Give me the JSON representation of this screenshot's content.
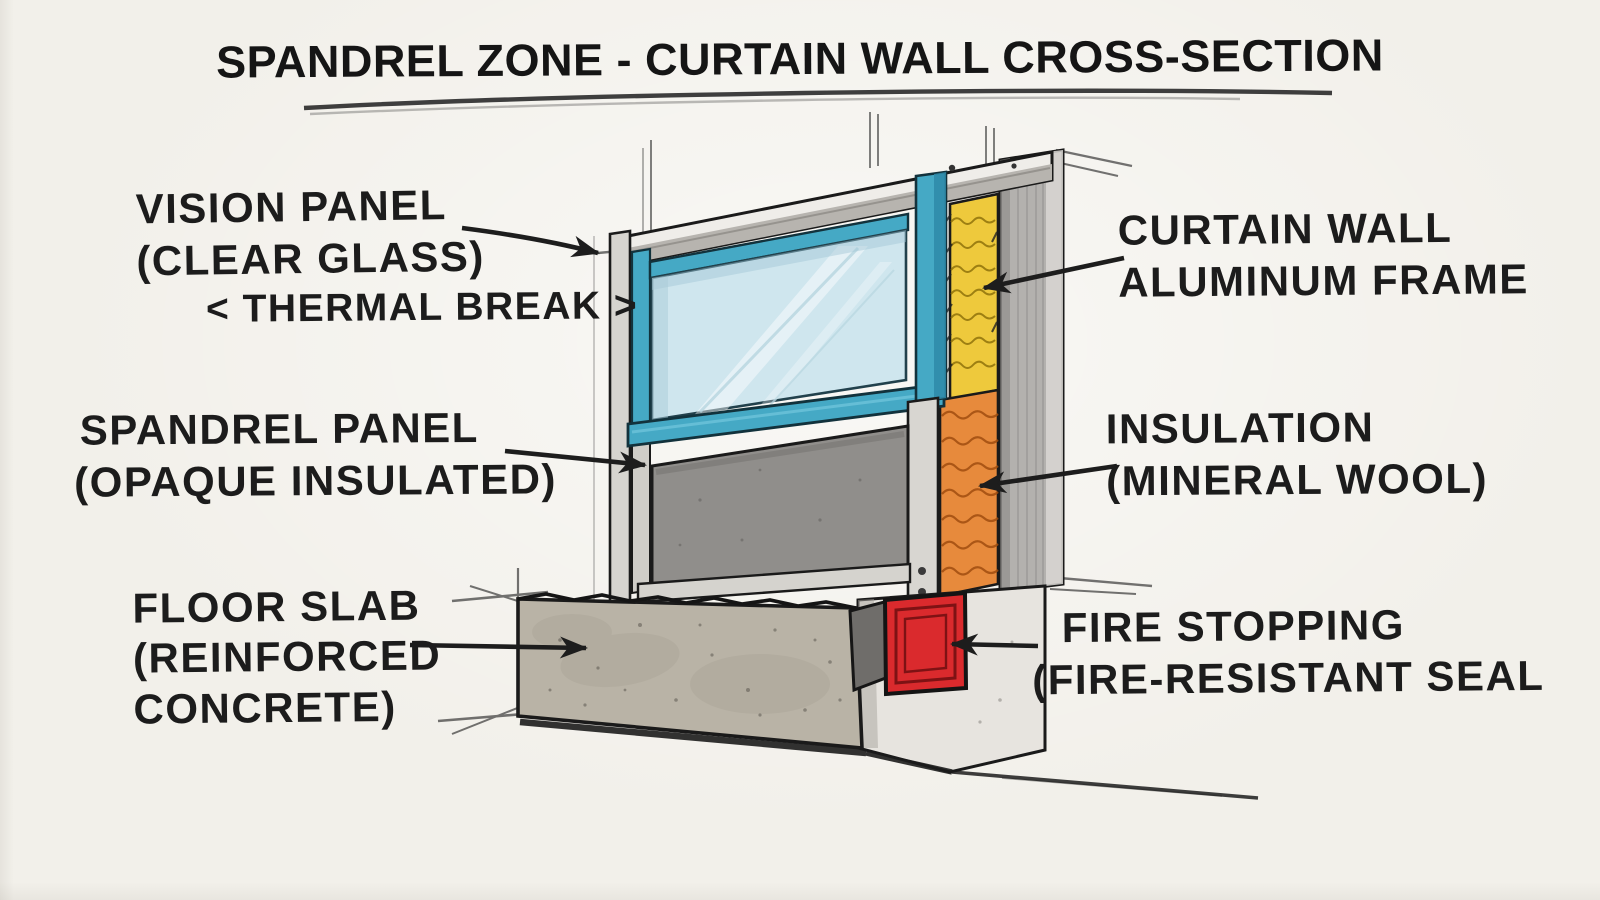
{
  "title": "SPANDREL ZONE - CURTAIN WALL CROSS-SECTION",
  "labels": {
    "vision_panel_line1": "VISION PANEL",
    "vision_panel_line2": "(CLEAR GLASS)",
    "thermal_break": "< THERMAL BREAK >",
    "spandrel_panel_line1": "SPANDREL PANEL",
    "spandrel_panel_line2": "(OPAQUE INSULATED)",
    "floor_slab_line1": "FLOOR SLAB",
    "floor_slab_line2": "(REINFORCED",
    "floor_slab_line3": "CONCRETE)",
    "curtain_wall_line1": "CURTAIN WALL",
    "curtain_wall_line2": "ALUMINUM FRAME",
    "insulation_line1": "INSULATION",
    "insulation_line2": "(MINERAL WOOL)",
    "fire_stopping_line1": "FIRE STOPPING",
    "fire_stopping_line2": "(FIRE-RESISTANT SEAL"
  },
  "palette": {
    "paper": "#f2f0ea",
    "ink": "#1d1d1d",
    "glass_blue": "#cfe6ee",
    "frame_teal": "#45a9c5",
    "frame_teal_dark": "#2e8aa8",
    "aluminum_light": "#efede9",
    "aluminum_mid": "#b7b4af",
    "aluminum_panel": "#d6d4cf",
    "spandrel_gray": "#908e8b",
    "insulation_yellow": "#eec93c",
    "insulation_orange": "#e78a3c",
    "fire_red": "#da2a2d",
    "concrete": "#b9b3a6",
    "concrete_light": "#e7e4df",
    "column_gray": "#b3b1ae",
    "shadow_gray": "#6f6d6a"
  }
}
